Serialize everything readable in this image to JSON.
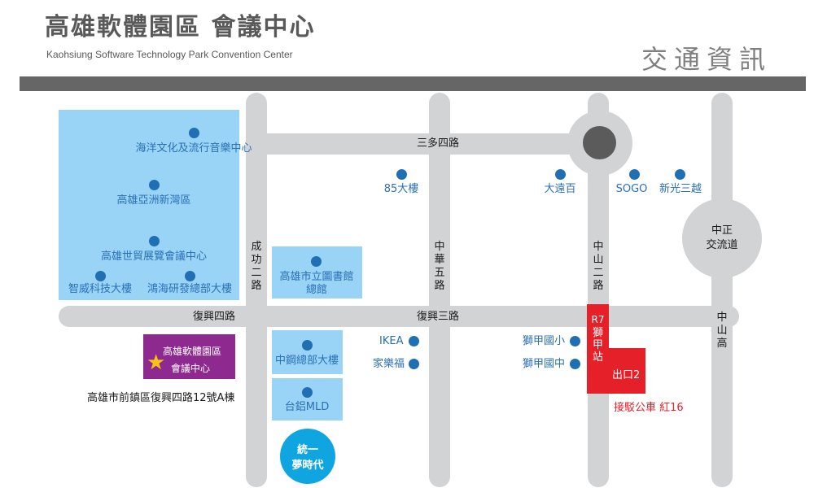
{
  "header": {
    "title": "高雄軟體園區 會議中心",
    "subtitle": "Kaohsiung Software Technology Park Convention Center",
    "section_title": "交通資訊"
  },
  "roads": {
    "sanduo_4th": "三多四路",
    "fuxing_4th": "復興四路",
    "fuxing_3rd": "復興三路",
    "chenggong_2nd": "成功二路",
    "zhonghua_5th": "中華五路",
    "zhongshan_2nd": "中山二路",
    "zhongshan_hwy": "中山高"
  },
  "landmarks": {
    "marine_music_center": "海洋文化及流行音樂中心",
    "asia_new_bay": "高雄亞洲新灣區",
    "exhibition_center": "高雄世貿展覽會議中心",
    "wistron": "智威科技大樓",
    "foxconn": "鴻海研發總部大樓",
    "tower85": "85大樓",
    "library": "高雄市立圖書館總館",
    "dayuan": "大遠百",
    "sogo": "SOGO",
    "shinkong": "新光三越",
    "zhongzheng_plaza_line1": "中正",
    "zhongzheng_plaza_line2": "交流道",
    "ikea": "IKEA",
    "carrefour": "家樂福",
    "shijia_elementary": "獅甲國小",
    "shijia_junior": "獅甲國中",
    "csc_hq": "中鋼總部大樓",
    "mld": "台鋁MLD",
    "dream_mall_line1": "統一",
    "dream_mall_line2": "夢時代"
  },
  "venue": {
    "name_line1": "高雄軟體園區",
    "name_line2": "會議中心",
    "address": "高雄市前鎮區復興四路12號A棟"
  },
  "mrt": {
    "station_code": "R7",
    "station_name": "獅甲站",
    "exit": "出口2",
    "bus": "接駁公車 紅16"
  },
  "colors": {
    "road": "#d1d3d4",
    "zone": "#99d4f7",
    "dot": "#1f6fb2",
    "mrt_red": "#e62029",
    "venue_purple": "#8e2a8f",
    "star": "#f7c319",
    "dream_mall": "#0ea5e1",
    "header_bar": "#666666"
  },
  "icons": {
    "venue_marker": "star-icon",
    "landmark_marker": "location-dot-icon"
  }
}
